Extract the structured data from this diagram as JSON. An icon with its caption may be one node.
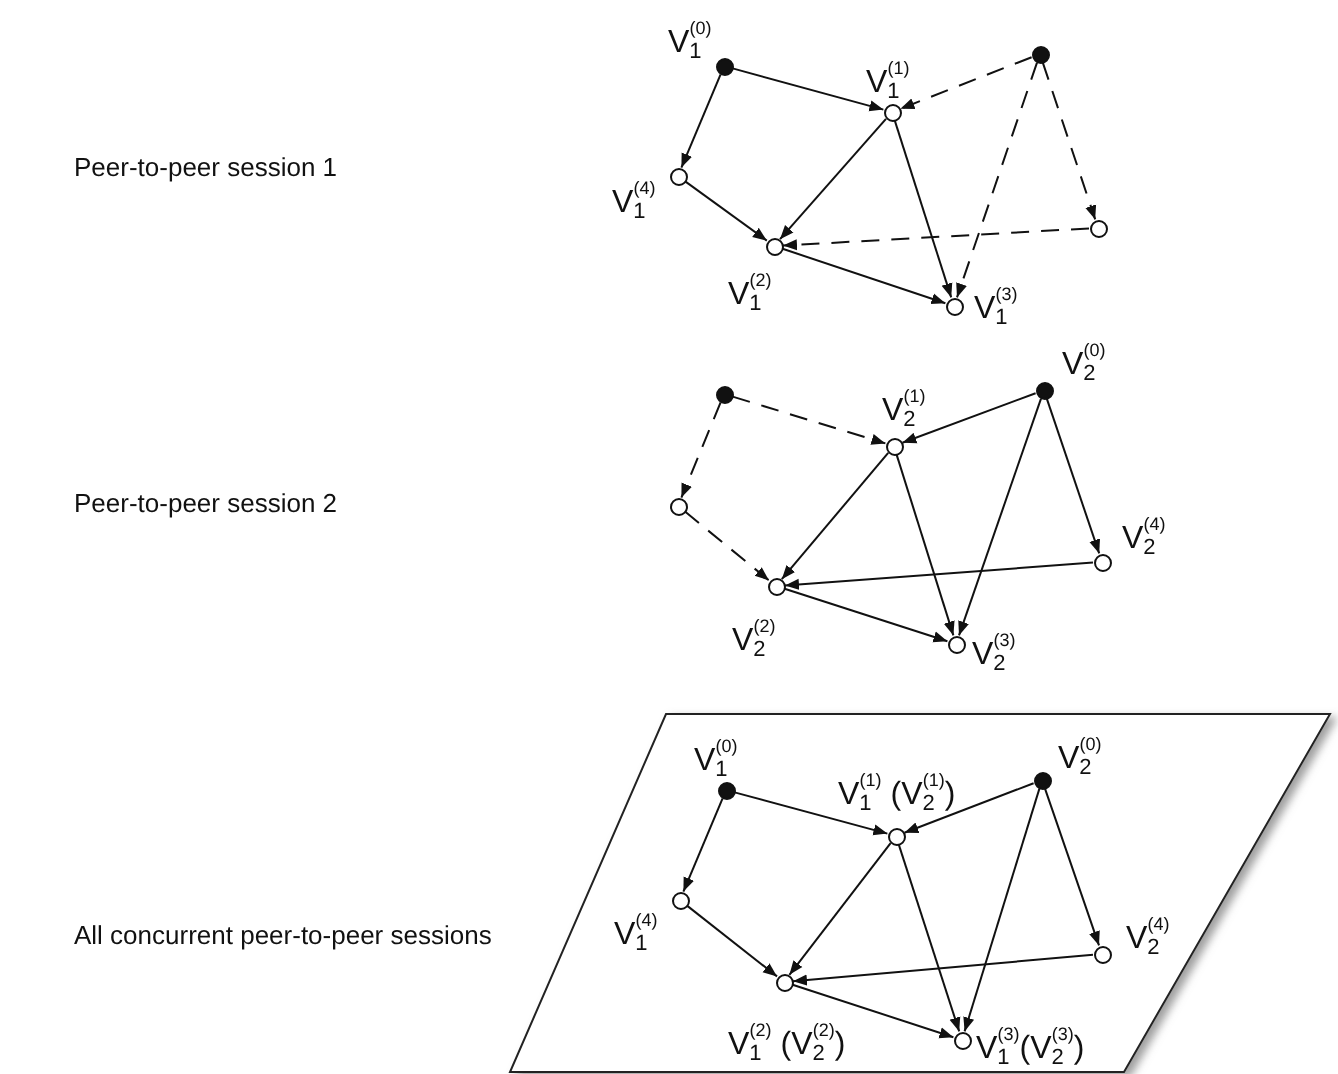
{
  "diagram": {
    "nodes": [
      {
        "text": [
          "V$_{1}$$^{(0)}$"
        ]
      },
      {
        "text": [
          "V$_{1}$$^{(1)}$"
        ]
      },
      {
        "text": [],
        "shape": "circle"
      },
      {
        "text": [
          "V$_{1}$$^{(4)}$"
        ]
      },
      {
        "text": [
          "V$_{1}$$^{(2)}$"
        ]
      },
      {
        "text": [],
        "shape": "circle"
      },
      {
        "text": [
          "V$_{1}$$^{(3)}$"
        ]
      },
      {
        "text": [],
        "shape": "circle"
      },
      {
        "text": [
          "V$_{2}$$^{(1)}$"
        ]
      },
      {
        "text": [
          "V$_{2}$$^{(0)}$"
        ]
      },
      {
        "text": [],
        "shape": "circle"
      },
      {
        "text": [
          "V$_{2}$$^{(2)}$"
        ]
      },
      {
        "text": [
          "V$_{2}$$^{(4)}$"
        ]
      },
      {
        "text": [
          "V$_{2}$$^{(3)}$"
        ]
      },
      {
        "text": [
          "V$_{1}$$^{(0)}$"
        ]
      },
      {
        "text": [
          "V$_{1}$$^{(1)}$ (V$_{2}$$^{(1)}$)"
        ]
      },
      {
        "text": [
          "V$_{2}$$^{(0)}$"
        ]
      },
      {
        "text": [
          "V$_{1}$$^{(4)}$"
        ]
      },
      {
        "text": [
          "V$_{1}$$^{(2)}$ (V$_{2}$$^{(2)}$)"
        ]
      },
      {
        "text": [
          "V$_{2}$$^{(4)}$"
        ]
      },
      {
        "text": [
          "V$_{1}$$^{(3)}$(V$_{2}$$^{(3)}$)"
        ]
      }
    ],
    "edges": [
      {
        "from": 0,
        "to": 1,
        "arrow": "to"
      },
      {
        "from": 0,
        "to": 3,
        "arrow": "to"
      },
      {
        "from": 3,
        "to": 4,
        "arrow": "to"
      },
      {
        "from": 1,
        "to": 4,
        "arrow": "to"
      },
      {
        "from": 1,
        "to": 6,
        "arrow": "to"
      },
      {
        "from": 4,
        "to": 6,
        "arrow": "to"
      },
      {
        "from": 2,
        "to": 1,
        "arrow": "to",
        "style": "dashed"
      },
      {
        "from": 2,
        "to": 5,
        "arrow": "to",
        "style": "dashed"
      },
      {
        "from": 2,
        "to": 6,
        "arrow": "to",
        "style": "dashed"
      },
      {
        "from": 5,
        "to": 4,
        "arrow": "to",
        "style": "dashed"
      },
      {
        "from": 7,
        "to": 8,
        "arrow": "to",
        "style": "dashed"
      },
      {
        "from": 7,
        "to": 10,
        "arrow": "to",
        "style": "dashed"
      },
      {
        "from": 10,
        "to": 11,
        "arrow": "to",
        "style": "dashed"
      },
      {
        "from": 9,
        "to": 8,
        "arrow": "to"
      },
      {
        "from": 9,
        "to": 13,
        "arrow": "to"
      },
      {
        "from": 9,
        "to": 12,
        "arrow": "to"
      },
      {
        "from": 8,
        "to": 11,
        "arrow": "to"
      },
      {
        "from": 8,
        "to": 13,
        "arrow": "to"
      },
      {
        "from": 12,
        "to": 11,
        "arrow": "to"
      },
      {
        "from": 11,
        "to": 13,
        "arrow": "to"
      },
      {
        "from": 14,
        "to": 15,
        "arrow": "to"
      },
      {
        "from": 14,
        "to": 17,
        "arrow": "to"
      },
      {
        "from": 17,
        "to": 18,
        "arrow": "to"
      },
      {
        "from": 15,
        "to": 18,
        "arrow": "to"
      },
      {
        "from": 15,
        "to": 20,
        "arrow": "to"
      },
      {
        "from": 18,
        "to": 20,
        "arrow": "to"
      },
      {
        "from": 16,
        "to": 15,
        "arrow": "to"
      },
      {
        "from": 16,
        "to": 20,
        "arrow": "to"
      },
      {
        "from": 16,
        "to": 19,
        "arrow": "to"
      },
      {
        "from": 19,
        "to": 18,
        "arrow": "to"
      }
    ],
    "labels": [
      "Peer-to-peer session 1",
      "Peer-to-peer session 2",
      "All concurrent peer-to-peer sessions"
    ]
  }
}
